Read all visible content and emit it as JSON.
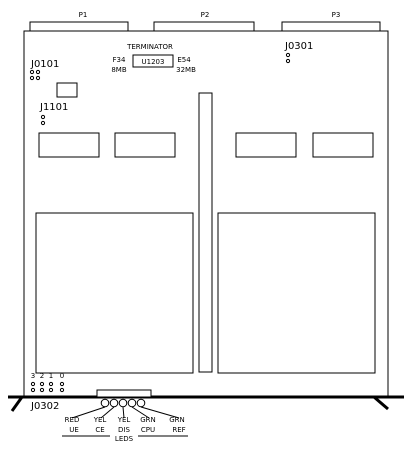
{
  "connectors": [
    "P1",
    "P2",
    "P3"
  ],
  "terminator": {
    "title": "TERMINATOR",
    "chip": "U1203",
    "left_ref": "F34",
    "left_size": "8MB",
    "right_ref": "E54",
    "right_size": "32MB"
  },
  "jumpers": {
    "j0101": "J0101",
    "j1101": "J1101",
    "j0301": "J0301",
    "j0302": "J0302"
  },
  "jumper_numbers": [
    "3",
    "2",
    "1",
    "0"
  ],
  "leds": [
    {
      "color": "RED",
      "label": "UE"
    },
    {
      "color": "YEL",
      "label": "CE"
    },
    {
      "color": "YEL",
      "label": "DIS"
    },
    {
      "color": "GRN",
      "label": "CPU"
    },
    {
      "color": "GRN",
      "label": "REF"
    }
  ],
  "leds_caption": "LEDS"
}
